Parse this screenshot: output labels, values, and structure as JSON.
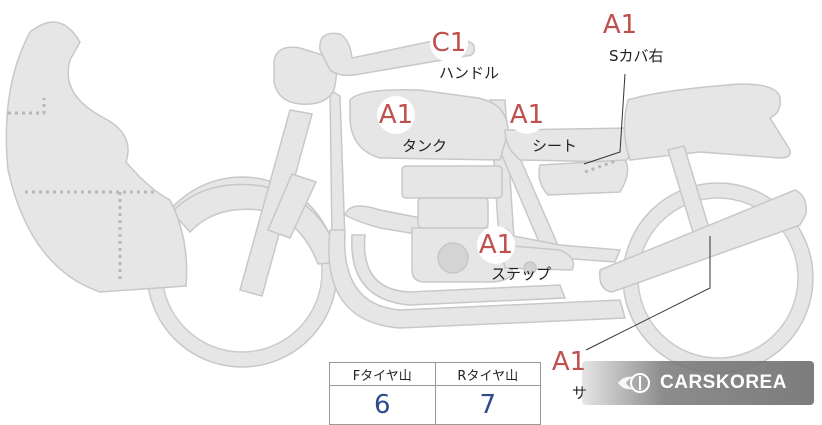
{
  "colors": {
    "body_fill": "#e6e6e6",
    "body_stroke": "#cccccc",
    "grade_text": "#c0504d",
    "table_value": "#2e4a8c"
  },
  "parts": [
    {
      "id": "handle",
      "grade": "C1",
      "label": "ハンドル"
    },
    {
      "id": "side-cover-right",
      "grade": "A1",
      "label": "Sカバ右"
    },
    {
      "id": "tank",
      "grade": "A1",
      "label": "タンク"
    },
    {
      "id": "seat",
      "grade": "A1",
      "label": "シート"
    },
    {
      "id": "step",
      "grade": "A1",
      "label": "ステップ"
    },
    {
      "id": "muffler",
      "grade": "A1",
      "label": "サ"
    }
  ],
  "tread_table": {
    "headers": [
      "Fタイヤ山",
      "Rタイヤ山"
    ],
    "values": [
      "6",
      "7"
    ]
  },
  "watermark": {
    "text": "CARSKOREA",
    "icon": "carskorea-logo-icon"
  }
}
